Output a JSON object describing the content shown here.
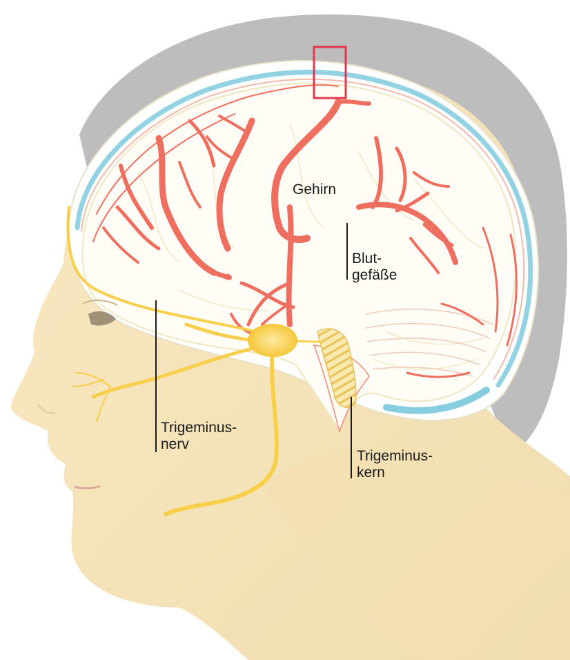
{
  "labels": {
    "brain": "Gehirn",
    "vessels": {
      "line1": "Blut-",
      "line2": "gefäße"
    },
    "trigeminal_nerve": {
      "line1": "Trigeminus-",
      "line2": "nerv"
    },
    "trigeminal_nucleus": {
      "line1": "Trigeminus-",
      "line2": "kern"
    }
  },
  "colors": {
    "hair": "#b9b9b9",
    "skin": "#f6e4b8",
    "skin_shade": "#efd9a4",
    "vessel": "#ee6f5f",
    "nerve": "#f7cf4a",
    "membrane_blue": "#86cde0",
    "highlight_box": "#e2384f",
    "label_text": "#1a1a1a"
  }
}
